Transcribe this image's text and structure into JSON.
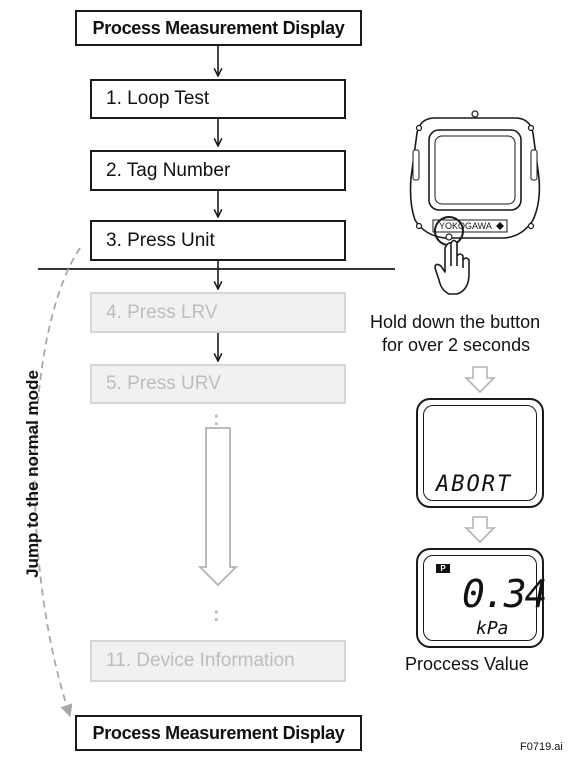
{
  "flow": {
    "top_title": "Process Measurement Display",
    "bottom_title": "Process Measurement Display",
    "steps": [
      {
        "label": "1. Loop Test",
        "active": true
      },
      {
        "label": "2. Tag Number",
        "active": true
      },
      {
        "label": "3. Press Unit",
        "active": true
      },
      {
        "label": "4. Press LRV",
        "active": false
      },
      {
        "label": "5. Press URV",
        "active": false
      },
      {
        "label": "11. Device Information",
        "active": false
      }
    ],
    "ellipsis": ":",
    "jump_label": "Jump to the normal mode"
  },
  "device": {
    "brand": "YOKOGAWA",
    "instruction_line1": "Hold down the button",
    "instruction_line2": "for over 2 seconds",
    "abort_display": "ABORT",
    "process_display": {
      "badge": "P",
      "value": "0.34",
      "unit": "kPa"
    },
    "caption": "Proccess Value"
  },
  "figure_id": "F0719.ai",
  "colors": {
    "line": "#1a1a1a",
    "dim_fill": "#f1f1f1",
    "dim_border": "#d6d6d6",
    "dim_text": "#bdbdbd",
    "arrow_gray": "#b3b3b3",
    "dashed": "#a8a8a8"
  }
}
